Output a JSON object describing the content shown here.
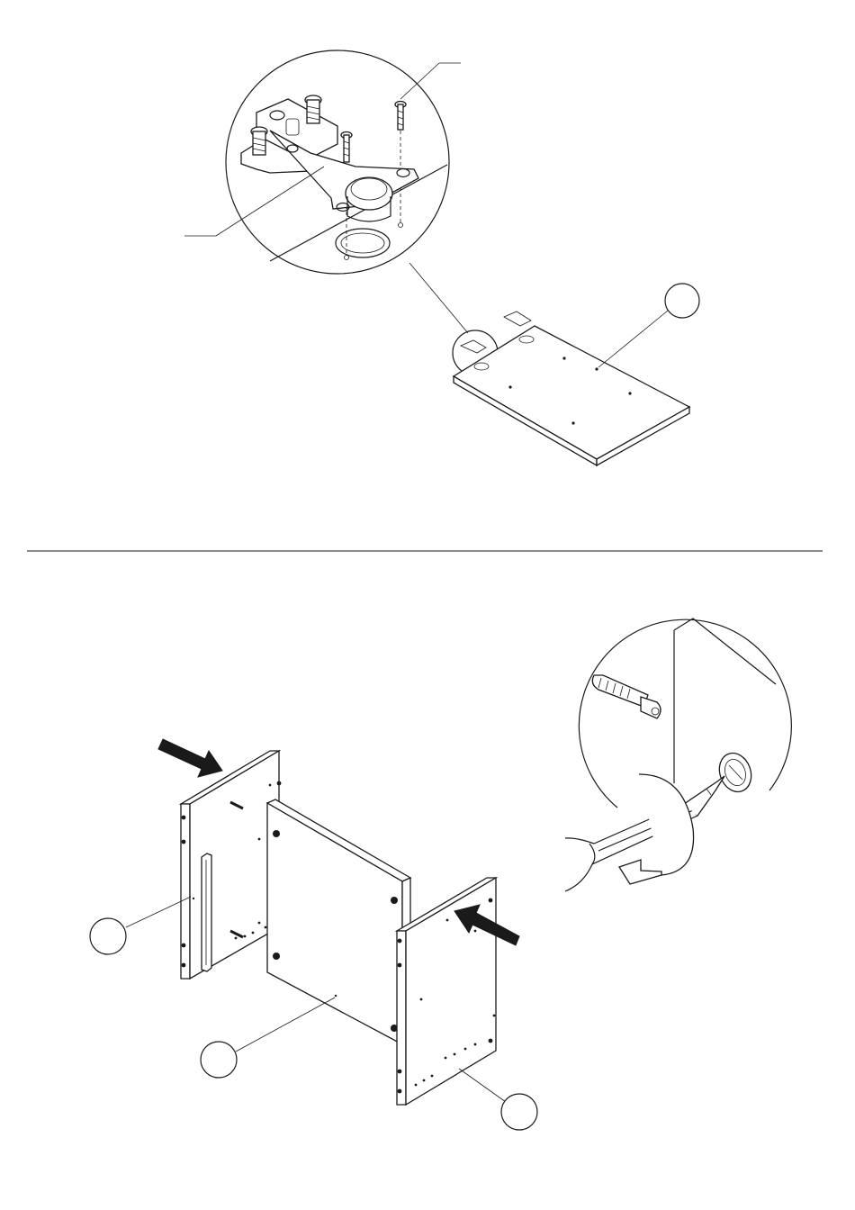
{
  "figure": {
    "background": "#ffffff",
    "ink": "#1a1a1a",
    "step_1": {
      "callouts": [
        {
          "id": "board",
          "label": ""
        }
      ],
      "details": [
        "hinge-detail",
        "hinge-mounting-plate",
        "hinge-screws",
        "hinge-cup-hole"
      ]
    },
    "step_2": {
      "callouts": [
        {
          "id": "left-side-panel",
          "label": ""
        },
        {
          "id": "back-panel",
          "label": ""
        },
        {
          "id": "right-side-panel",
          "label": ""
        }
      ],
      "details": [
        "cam-dowel-detail",
        "screwdriver",
        "rotation-arrow",
        "push-arrow-left",
        "push-arrow-right"
      ]
    }
  }
}
